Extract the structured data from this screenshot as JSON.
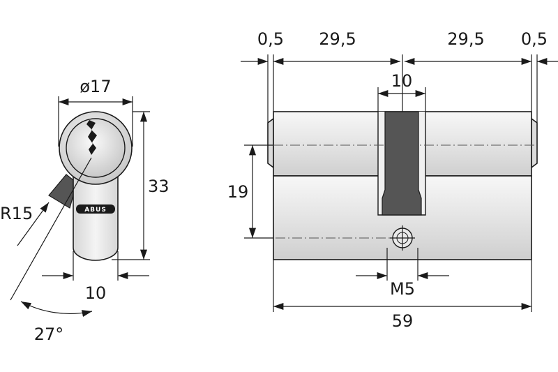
{
  "dimensions": {
    "left_gap": "0,5",
    "left_length": "29,5",
    "right_length": "29,5",
    "right_gap": "0,5",
    "cam_width": "10",
    "cylinder_height": "19",
    "screw": "M5",
    "total_length": "59",
    "diameter": "ø17",
    "profile_height": "33",
    "profile_width": "10",
    "cam_radius": "R15",
    "cam_angle": "27°"
  },
  "logo": "ABUS",
  "colors": {
    "metal_light": "#ececec",
    "metal_dark": "#d2d2d2",
    "cam": "#555555",
    "line": "#1a1a1a",
    "logo_bg": "#1a1a1a"
  }
}
